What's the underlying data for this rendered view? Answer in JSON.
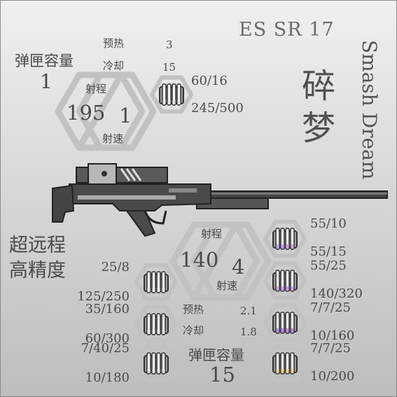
{
  "header": {
    "code": "ES SR 17",
    "name_cn": [
      "碎",
      "梦"
    ],
    "name_en": "Smash Dream"
  },
  "base_stats": {
    "magazine_label": "弹匣容量",
    "magazine_value": "1",
    "preheat_label": "预热",
    "preheat_value": "3",
    "cooldown_label": "冷却",
    "cooldown_value": "15",
    "range_label": "射程",
    "range_value": "195",
    "rate_label": "射速",
    "rate_value": "1"
  },
  "base_ammo": {
    "icon": "ammo-box-icon",
    "top": "60/16",
    "bottom": "245/500"
  },
  "tags": [
    "超远程",
    "高精度"
  ],
  "upgraded_stats": {
    "range_label": "射程",
    "range_value": "140",
    "rate_label": "射速",
    "rate_value": "4",
    "preheat_label": "预热",
    "preheat_value": "2.1",
    "cooldown_label": "冷却",
    "cooldown_value": "1.8",
    "magazine_label": "弹匣容量",
    "magazine_value": "15"
  },
  "ammo_left": [
    {
      "top": "25/8",
      "bottom": "125/250",
      "stripe": "#e8e8e8"
    },
    {
      "top": "35/160",
      "bottom": "60/300",
      "stripe": "#e8e8e8"
    },
    {
      "top": "7/40/25",
      "bottom": "10/180",
      "stripe": "#e8e8e8"
    }
  ],
  "ammo_right": [
    {
      "top": "55/10",
      "bottom": "55/15",
      "stripe": "#c9a6e6"
    },
    {
      "top": "55/25",
      "bottom": "140/320",
      "stripe": "#c9a6e6"
    },
    {
      "top": "7/7/25",
      "bottom": "10/160",
      "stripe": "#b58be0"
    },
    {
      "top": "7/7/25",
      "bottom": "10/200",
      "stripe": "#f0d890"
    }
  ],
  "colors": {
    "hex_stroke": "#bdbdbd",
    "text": "#4a4a4a",
    "weapon_dark": "#3a3a3a"
  }
}
